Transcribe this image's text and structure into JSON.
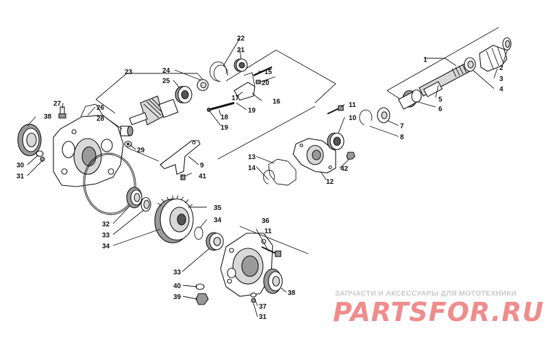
{
  "watermark": {
    "caption": "ЗАПЧАСТИ И АКСЕССУАРЫ ДЛЯ МОТОТЕХНИКИ",
    "brand": "PARTSFOR.RU"
  },
  "callouts": [
    "1",
    "2",
    "3",
    "4",
    "5",
    "6",
    "7",
    "8",
    "9",
    "10",
    "11",
    "11",
    "12",
    "13",
    "14",
    "15",
    "16",
    "17",
    "18",
    "19",
    "19",
    "20",
    "21",
    "22",
    "23",
    "24",
    "25",
    "26",
    "27",
    "28",
    "29",
    "30",
    "31",
    "31",
    "32",
    "33",
    "33",
    "34",
    "34",
    "35",
    "36",
    "37",
    "38",
    "38",
    "39",
    "40",
    "41",
    "42"
  ]
}
